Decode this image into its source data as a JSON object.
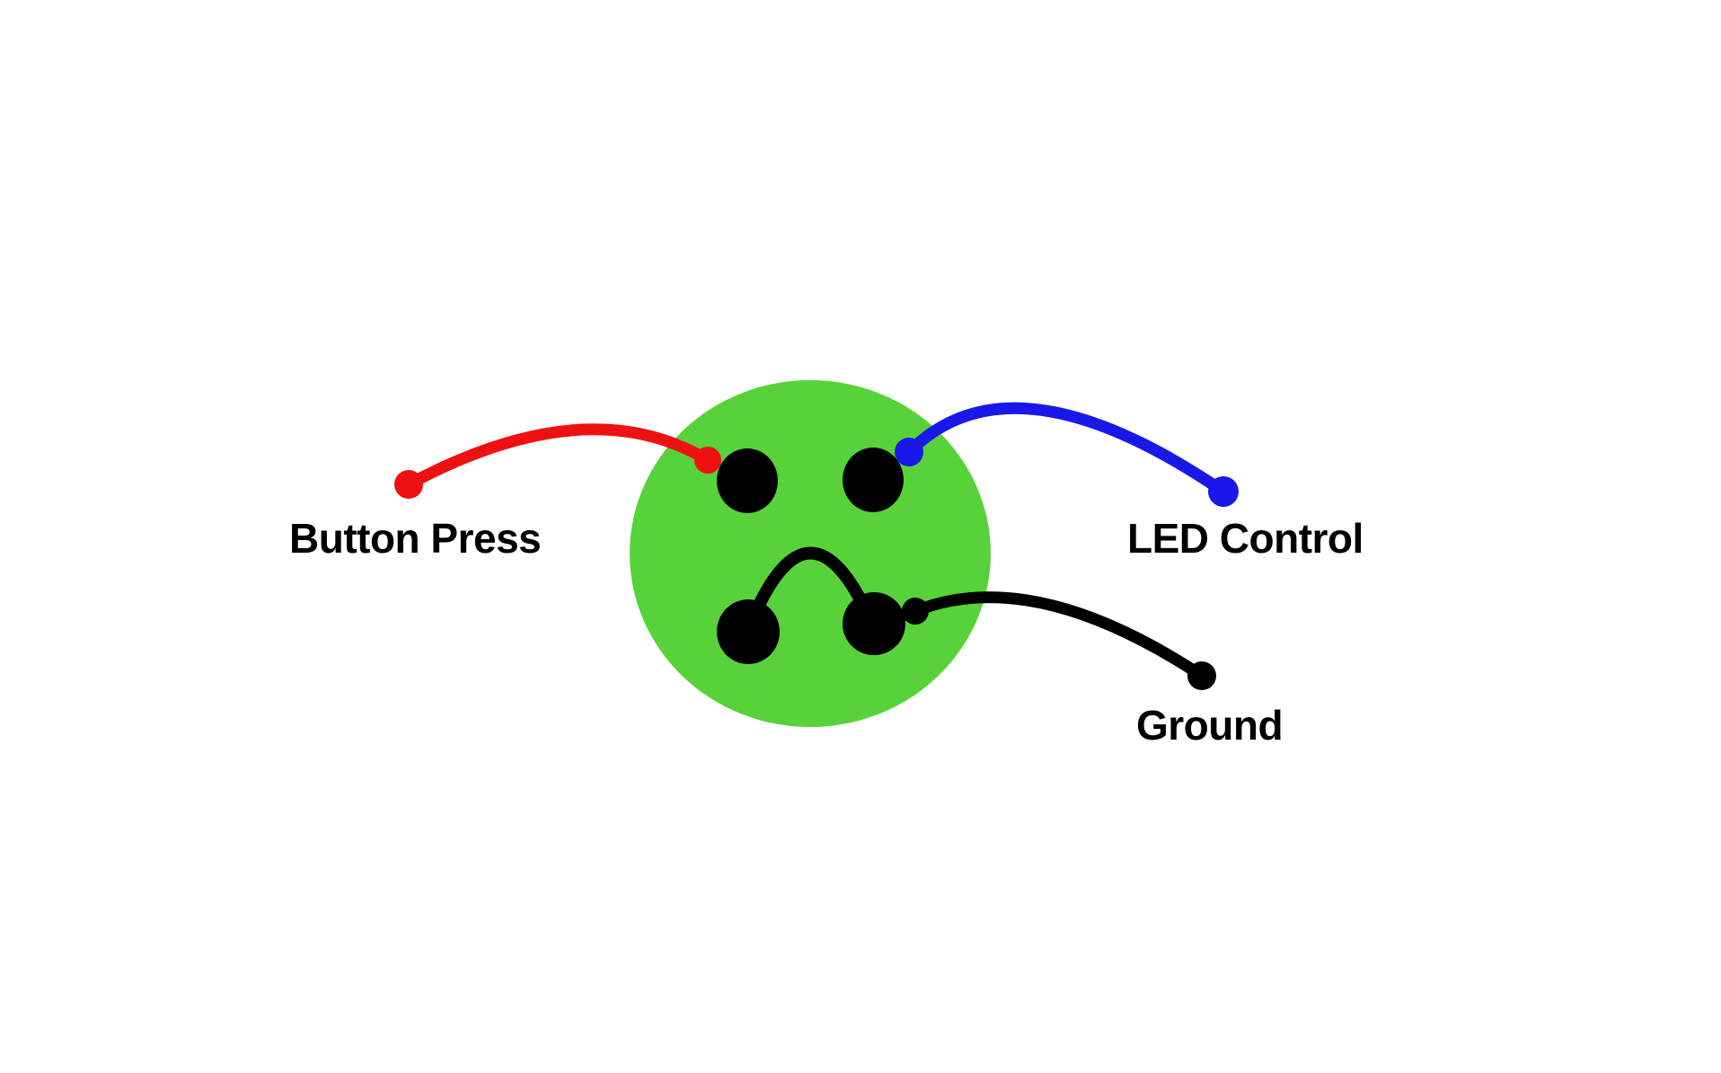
{
  "diagram": {
    "labels": {
      "button_press": "Button Press",
      "led_control": "LED Control",
      "ground": "Ground"
    },
    "colors": {
      "connector_body_green": "#58D23A",
      "button_press_red": "#EE1111",
      "led_control_blue": "#1A18E8",
      "wire_black": "#000000",
      "pin_black": "#000000",
      "label_text": "#000000",
      "background": "#FFFFFF"
    },
    "connector": {
      "pin_count": 4,
      "wired_pins": {
        "top_left": "Button Press",
        "top_right": "LED Control",
        "bottom_right": "Ground",
        "bottom_pair": "bridged"
      }
    }
  }
}
